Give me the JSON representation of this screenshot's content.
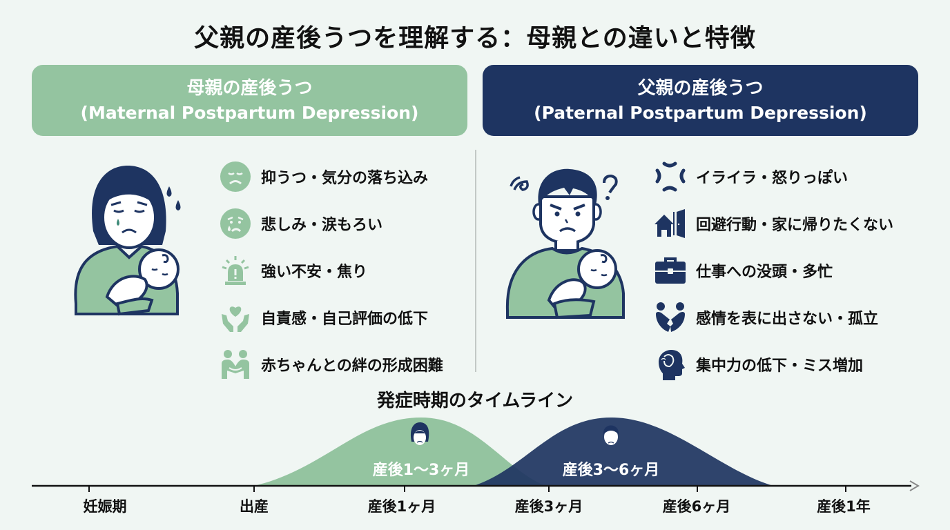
{
  "title": "父親の産後うつを理解する：母親との違いと特徴",
  "colors": {
    "background": "#f0f6f3",
    "maternal_green": "#94c4a0",
    "paternal_navy": "#1e3461",
    "text": "#111111"
  },
  "maternal": {
    "heading_jp": "母親の産後うつ",
    "heading_en": "(Maternal Postpartum Depression)",
    "illustration": "sad-mother-holding-baby",
    "symptoms": [
      {
        "icon": "sad-face-icon",
        "label": "抑うつ・気分の落ち込み"
      },
      {
        "icon": "crying-face-icon",
        "label": "悲しみ・涙もろい"
      },
      {
        "icon": "alarm-siren-icon",
        "label": "強い不安・焦り"
      },
      {
        "icon": "hands-heart-icon",
        "label": "自責感・自己評価の低下"
      },
      {
        "icon": "bonding-people-icon",
        "label": "赤ちゃんとの絆の形成困難"
      }
    ]
  },
  "paternal": {
    "heading_jp": "父親の産後うつ",
    "heading_en": "(Paternal Postpartum Depression)",
    "illustration": "frustrated-father-holding-baby",
    "symptoms": [
      {
        "icon": "anger-mark-icon",
        "label": "イライラ・怒りっぽい"
      },
      {
        "icon": "house-door-icon",
        "label": "回避行動・家に帰りたくない"
      },
      {
        "icon": "briefcase-icon",
        "label": "仕事への没頭・多忙"
      },
      {
        "icon": "broken-heart-people-icon",
        "label": "感情を表に出さない・孤立"
      },
      {
        "icon": "head-distraction-icon",
        "label": "集中力の低下・ミス増加"
      }
    ]
  },
  "timeline": {
    "title": "発症時期のタイムライン",
    "ticks": [
      "妊娠期",
      "出産",
      "産後1ヶ月",
      "産後3ヶ月",
      "産後6ヶ月",
      "産後1年"
    ],
    "maternal_peak_label": "産後1〜3ヶ月",
    "paternal_peak_label": "産後3〜6ヶ月"
  }
}
